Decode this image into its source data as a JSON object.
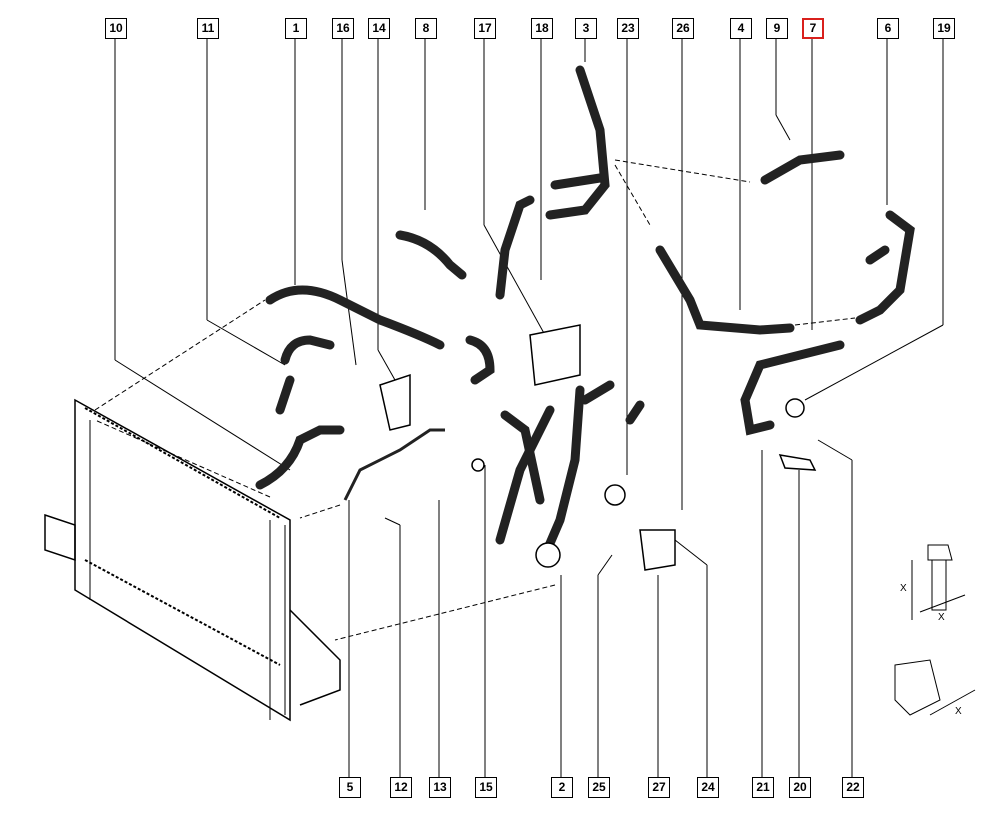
{
  "diagram": {
    "top_callouts": [
      "10",
      "11",
      "1",
      "16",
      "14",
      "8",
      "17",
      "18",
      "3",
      "23",
      "26",
      "4",
      "9",
      "7",
      "6",
      "19"
    ],
    "bottom_callouts": [
      "5",
      "12",
      "13",
      "15",
      "2",
      "25",
      "27",
      "24",
      "21",
      "20",
      "22"
    ],
    "highlighted_callout": "7",
    "highlight_color": "#d9201c",
    "detail_labels": [
      "X",
      "X",
      "X"
    ]
  }
}
